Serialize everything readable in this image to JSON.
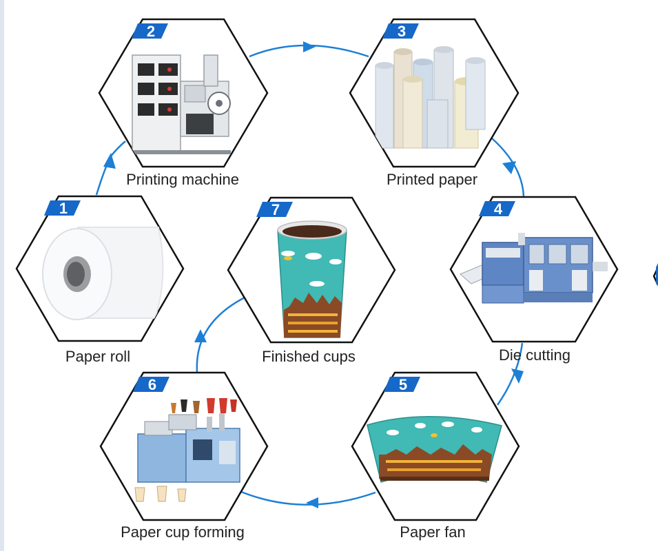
{
  "colors": {
    "flow_line": "#1d7fd6",
    "badge": "#1668c9",
    "hex_stroke": "#111111",
    "label_text": "#222222"
  },
  "steps": [
    {
      "number": "1",
      "label": "Paper roll",
      "icon": "paper-roll-icon"
    },
    {
      "number": "2",
      "label": "Printing machine",
      "icon": "printing-machine-icon"
    },
    {
      "number": "3",
      "label": "Printed paper",
      "icon": "printed-paper-rolls-icon"
    },
    {
      "number": "4",
      "label": "Die cutting",
      "icon": "die-cutting-machine-icon"
    },
    {
      "number": "5",
      "label": "Paper fan",
      "icon": "paper-fan-icon"
    },
    {
      "number": "6",
      "label": "Paper cup forming",
      "icon": "cup-forming-machine-icon"
    },
    {
      "number": "7",
      "label": "Finished cups",
      "icon": "finished-cup-icon"
    }
  ]
}
